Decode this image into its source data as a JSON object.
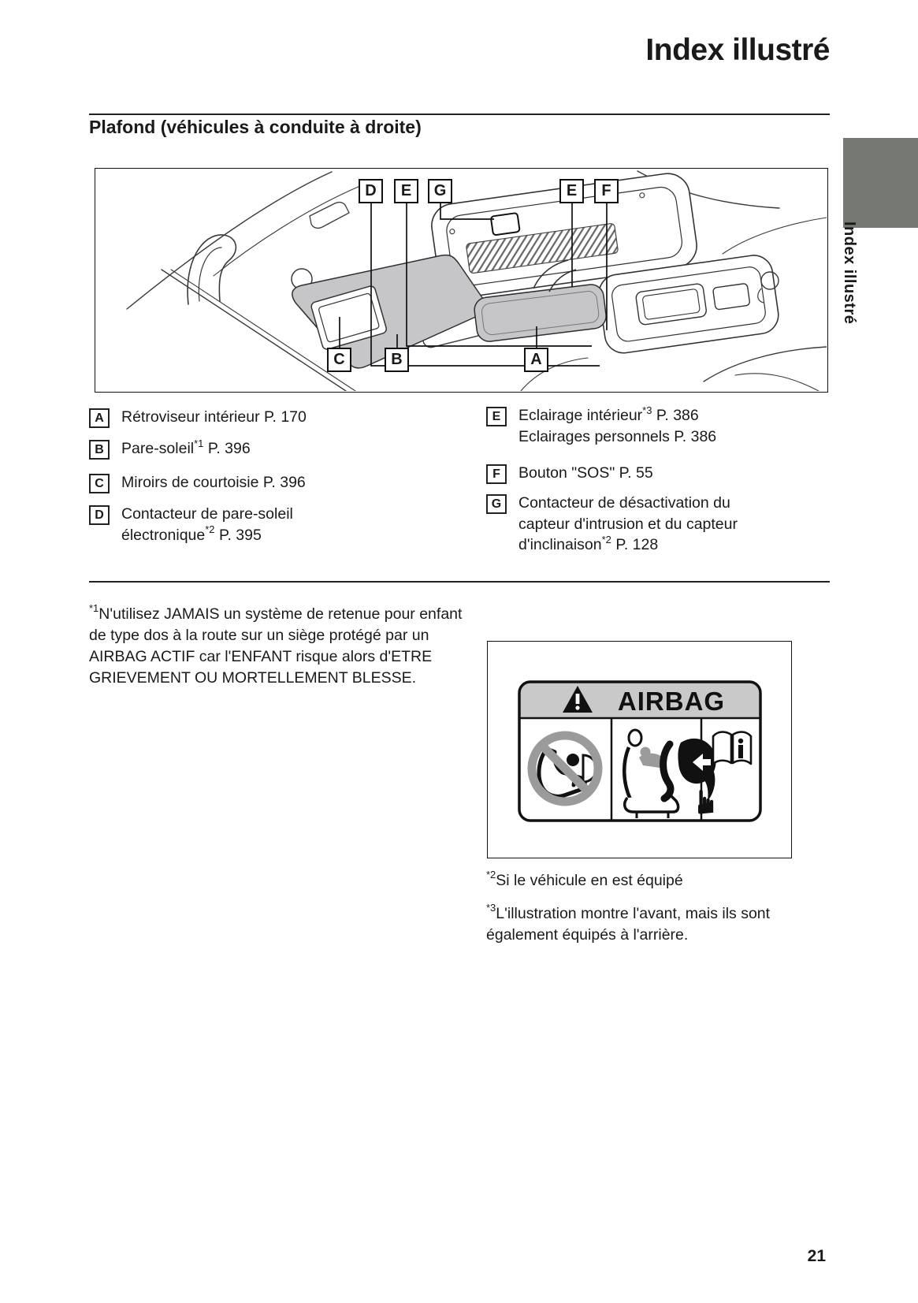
{
  "page": {
    "title": "Index illustré",
    "section_heading": "Plafond (véhicules à conduite à droite)",
    "side_tab": "Index illustré",
    "page_number": "21"
  },
  "diagram": {
    "top_labels": [
      "D",
      "E",
      "G",
      "E",
      "F"
    ],
    "bottom_labels": [
      "C",
      "B",
      "A"
    ]
  },
  "legend_left": [
    {
      "key": "A",
      "line1": "Rétroviseur intérieur P. 170"
    },
    {
      "key": "B",
      "line1_pre": "Pare-soleil",
      "line1_sup": "*1",
      "line1_post": " P. 396"
    },
    {
      "key": "C",
      "line1": "Miroirs de courtoisie P. 396"
    },
    {
      "key": "D",
      "line1": "Contacteur de pare-soleil",
      "line2_pre": "électronique",
      "line2_sup": "*2",
      "line2_post": " P. 395"
    }
  ],
  "legend_right": [
    {
      "key": "E",
      "line1_pre": "Eclairage intérieur",
      "line1_sup": "*3",
      "line1_post": " P. 386",
      "line2": "Eclairages personnels P. 386"
    },
    {
      "key": "F",
      "line1": "Bouton \"SOS\" P. 55"
    },
    {
      "key": "G",
      "line1": "Contacteur de désactivation du",
      "line2": "capteur d'intrusion et du capteur",
      "line3_pre": "d'inclinaison",
      "line3_sup": "*2",
      "line3_post": " P. 128"
    }
  ],
  "footnotes": {
    "fn1_sup": "*1",
    "fn1_text": "N'utilisez JAMAIS un système de retenue pour enfant de type dos à la route sur un siège protégé par un AIRBAG ACTIF car l'ENFANT risque alors d'ETRE GRIEVEMENT OU MORTELLEMENT BLESSE.",
    "fn2_sup": "*2",
    "fn2_text": "Si le véhicule en est équipé",
    "fn3_sup": "*3",
    "fn3_text": "L'illustration montre l'avant, mais ils sont également équipés à l'arrière."
  },
  "airbag_label": {
    "header": "AIRBAG"
  },
  "colors": {
    "ink": "#1a1a1a",
    "tab_gray": "#757972",
    "fill_gray": "#c6c6c8",
    "header_gray": "#c9c9c9",
    "prohibit_gray": "#9b9b9b"
  }
}
